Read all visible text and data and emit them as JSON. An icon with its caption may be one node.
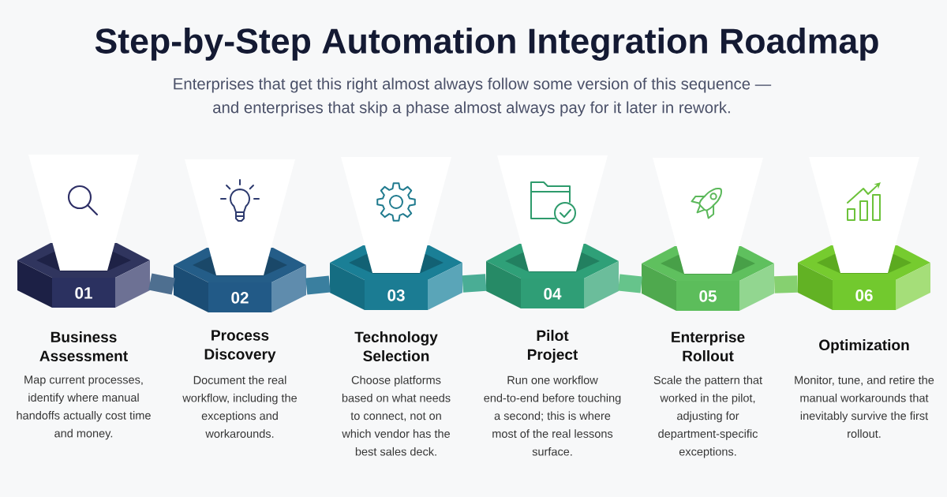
{
  "diagram": {
    "title": "Step-by-Step Automation Integration Roadmap",
    "nodes": [
      {
        "text": [
          "01"
        ],
        "beside": [
          "Business Assessment",
          "Map current processes, identify where manual handoffs actually cost time and money."
        ]
      },
      {
        "text": [
          "02"
        ],
        "beside": [
          "Process Discovery",
          "Document the real workflow, including the exceptions and workarounds."
        ]
      },
      {
        "text": [
          "03"
        ],
        "beside": [
          "Technology Selection",
          "Choose platforms based on what needs to connect, not on which vendor has the best sales deck."
        ]
      },
      {
        "text": [
          "04"
        ],
        "beside": [
          "Pilot Project",
          "Run one workflow end-to-end before touching a second; this is where most of the real lessons surface."
        ]
      },
      {
        "text": [
          "05"
        ],
        "beside": [
          "Enterprise Rollout",
          "Scale the pattern that worked in the pilot, adjusting for department-specific exceptions."
        ]
      },
      {
        "text": [
          "06"
        ],
        "beside": [
          "Optimization",
          "Monitor, tune, and retire the manual workarounds that inevitably survive the first rollout."
        ]
      }
    ],
    "edges": [
      {
        "from": 0,
        "to": 1,
        "arrow": "none",
        "color": "#4e6f90"
      },
      {
        "from": 1,
        "to": 2,
        "arrow": "none",
        "color": "#3a7f9f"
      },
      {
        "from": 2,
        "to": 3,
        "arrow": "none",
        "color": "#4aad95"
      },
      {
        "from": 3,
        "to": 4,
        "arrow": "none",
        "color": "#66c48b"
      },
      {
        "from": 4,
        "to": 5,
        "arrow": "none",
        "color": "#86d070"
      }
    ],
    "labels": [
      "Enterprises that get this right almost always follow some version of this sequence — and enterprises that skip a phase almost always pay for it later in rework."
    ]
  }
}
